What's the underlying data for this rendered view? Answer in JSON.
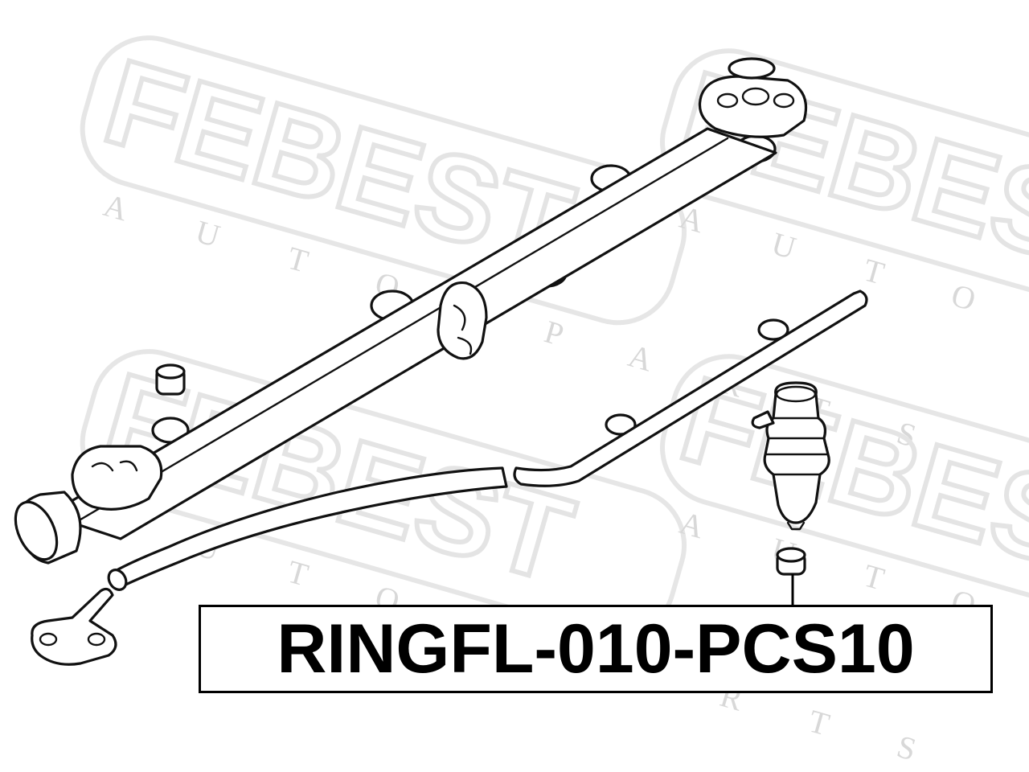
{
  "watermark": {
    "brand": "FEBEST",
    "tagline": "AUTO PARTS"
  },
  "label": {
    "part_number": "RINGFL-010-PCS10"
  },
  "colors": {
    "line": "#111111",
    "watermark": "#e4e4e4",
    "background": "#ffffff"
  }
}
